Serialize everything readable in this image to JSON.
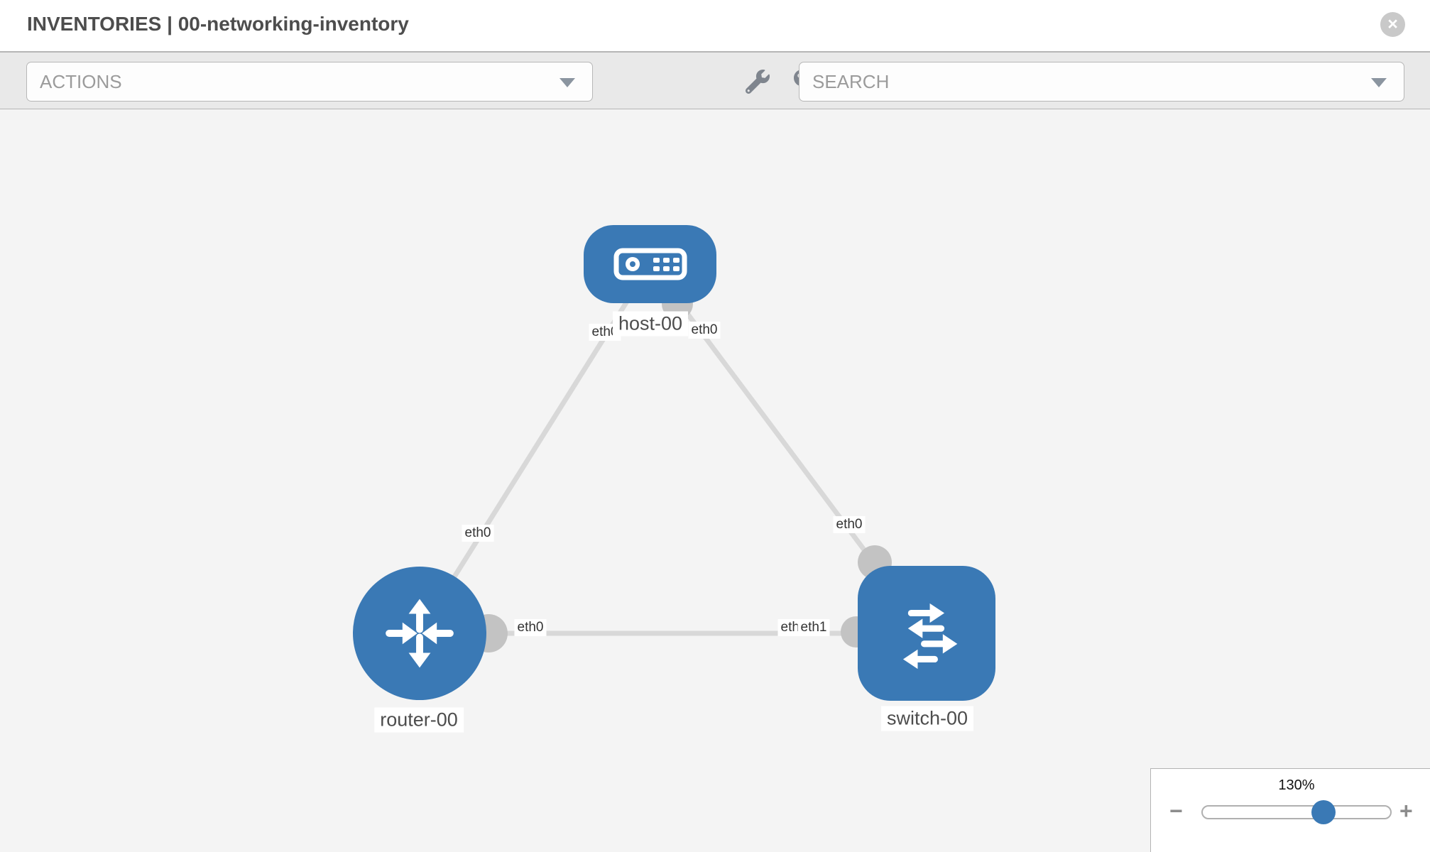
{
  "header": {
    "title": "INVENTORIES | 00-networking-inventory",
    "close_label": "×"
  },
  "toolbar": {
    "actions_label": "ACTIONS",
    "search_label": "SEARCH",
    "icon_buttons": [
      "wrench-icon",
      "key-icon"
    ]
  },
  "canvas": {
    "nodes": [
      {
        "id": "host-00",
        "type": "host",
        "label": "host-00",
        "icon": "server-icon"
      },
      {
        "id": "router-00",
        "type": "router",
        "label": "router-00",
        "icon": "router-arrows-icon"
      },
      {
        "id": "switch-00",
        "type": "switch",
        "label": "switch-00",
        "icon": "switch-arrows-icon"
      }
    ],
    "links": [
      {
        "from": "host-00",
        "to": "router-00",
        "from_interface": "eth0",
        "to_interface": "eth0"
      },
      {
        "from": "host-00",
        "to": "switch-00",
        "from_interface": "eth0",
        "to_interface": "eth0"
      },
      {
        "from": "router-00",
        "to": "switch-00",
        "from_interface": "eth0",
        "to_interface": "eth1",
        "to_interface_behind": "eth0"
      }
    ]
  },
  "zoom_panel": {
    "level": "130%",
    "minus_label": "−",
    "plus_label": "+"
  },
  "colors": {
    "node_blue": "#3a79b5",
    "link_gray": "#d8d8d8",
    "connector_gray": "#c3c3c3",
    "canvas_bg": "#f4f4f4",
    "toolbar_bg": "#e9e9e9",
    "slider_thumb": "#3a79b5"
  }
}
